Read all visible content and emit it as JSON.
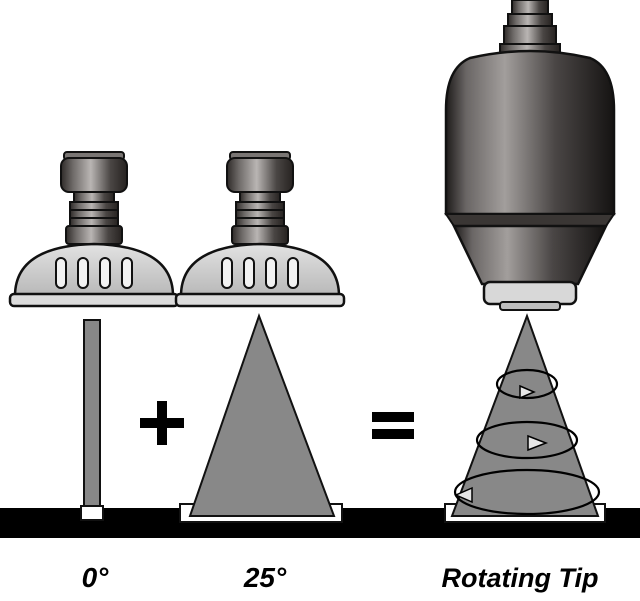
{
  "captions": {
    "zero_degree": "0°",
    "twenty_five_degree": "25°",
    "rotating_tip": "Rotating Tip"
  },
  "operators": {
    "plus": "+",
    "equals": "="
  },
  "colors": {
    "ground": "#000000",
    "spray": "#888888",
    "nozzle_dark": "#3a3634",
    "nozzle_light": "#a8a4a2",
    "shroud": "#cfcfcf",
    "arrow": "#e6e6e6"
  },
  "icons": {
    "nozzle": "pressure-washer-nozzle-icon",
    "turbo_nozzle": "turbo-nozzle-icon"
  }
}
